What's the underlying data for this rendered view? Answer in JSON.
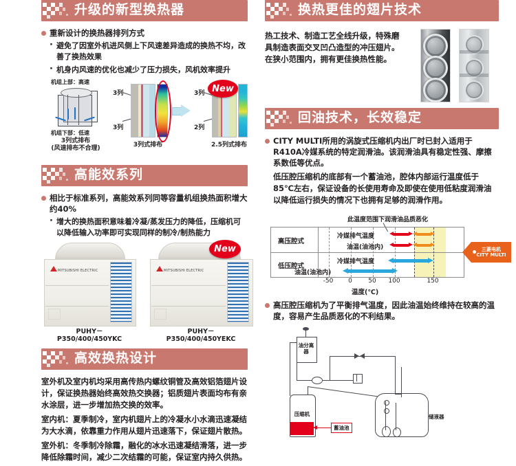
{
  "sections": {
    "heat_exchanger": {
      "title": "升级的新型换热器",
      "bullet1": "重新设计的换热器排列方式",
      "sub1": "避免了因室外机进风侧上下风速差异造成的换热不均，改善了换热效果",
      "sub2": "机身内风速的优化也减少了压力损失，风机效率提升",
      "diagram": {
        "top_label": "机组上部：高速",
        "bottom_label": "机组下部：低速",
        "caption1_line1": "3列式排布",
        "caption1_line2": "(风速排布不合理)",
        "caption2": "3列式排布",
        "caption3": "2.5列式排布",
        "row_label_a": "3列",
        "row_label_b": "3列",
        "row_label_c": "3列",
        "row_label_d": "2列",
        "new_badge": "New"
      }
    },
    "high_efficiency": {
      "title": "高能效系列",
      "bullet1": "相比于标准系列，高能效系列同等容量机组换热面积增大约40%",
      "sub1": "增大的换热面积意味着冷凝/蒸发压力的降低，压缩机可以降低输入功率即可实现同样的制冷/制热能力",
      "unit1_label_line1": "PUHY－",
      "unit1_label_line2": "P350/400/450YKC",
      "unit2_label_line1": "PUHY－",
      "unit2_label_line2": "P350/400/450YEKC",
      "new_badge": "New"
    },
    "efficient_design": {
      "title": "高效换热设计",
      "para1": "室外机及室内机均采用高传热内螺纹铜管及高效铝箔翅片设计，保证换热器始终高效热交换器；铝质翅片表面均布有亲水涂层，进一步增加热交换的效率。",
      "para2": "室内机：夏季制冷，室内机翅片上的冷凝水小水滴迅速凝结为大水滴，依靠重力作用从翅片迅速落下，保证翅片散热。",
      "para3": "室外机：冬季制冷除霜，融化的冰水迅速凝结滑落，进一步降低除霜时间，减少二次结霜的可能，保证室内持久供热。"
    },
    "fin_tech": {
      "title": "换热更佳的翅片技术",
      "para1": "热工技术、制造工艺全线升级，特殊磨具制造表面交叉凹凸造型的冲压翅片。在狭小范围内，拥有更佳换热性能。"
    },
    "oil_return": {
      "title": "回油技术，长效稳定",
      "bullet1": "CITY MULTI所用的涡旋式压缩机内出厂时已封入适用于R410A冷媒系统的特定润滑油。该润滑油具有稳定性强、摩擦系数低等优点。",
      "para1": "低压腔压缩机的底部有一个蓄油池，腔体内部运行温度低于85℃左右，保证设备的长使用寿命及即使在使用低粘度润滑油以降低运行损失的情况下也拥有足够的润滑作用。",
      "bullet2": "高压腔压缩机为了平衡排气温度，因此油温始终维持在较高的温度，容易产生品质恶化的不利结果。",
      "circuit": {
        "oil_separator": "油分离器",
        "compressor": "压缩机",
        "oil_pool": "蓄油池",
        "accumulator": "储液器"
      }
    }
  },
  "chart_data": {
    "type": "bar",
    "title": "",
    "annotation": "此温度范围下润滑油品质恶化",
    "xlabel": "温度(℃)",
    "ylabel": "",
    "xlim": [
      -75,
      165
    ],
    "ticks": [
      "-50",
      "0",
      "50",
      "100",
      "150"
    ],
    "tick_values": [
      -50,
      0,
      50,
      100,
      150
    ],
    "grid": "dashed-vertical",
    "degradation_band": [
      100,
      125
    ],
    "rows": [
      {
        "row_label": "高压腔式",
        "series": [
          {
            "name": "冷媒排气温度",
            "range": [
              85,
              130
            ],
            "color_left": "#e2001a",
            "color_right": "#f08c1e"
          },
          {
            "name": "油温(油池内)",
            "range": [
              85,
              130
            ],
            "color_left": "#e2001a",
            "color_right": "#f08c1e"
          }
        ]
      },
      {
        "row_label": "低压腔式",
        "series": [
          {
            "name": "冷媒排气温度",
            "range": [
              85,
              125
            ],
            "color_left": "#2aa8dd",
            "color_right": "#2aa8dd"
          },
          {
            "name": "油温(油池内)",
            "range": [
              -22,
              78
            ],
            "color_left": "#2aa8dd",
            "color_right": "#2aa8dd"
          }
        ]
      }
    ],
    "banner": {
      "line1": "三菱电机",
      "line2": "CITY MULTI",
      "color": "#e8621c"
    }
  },
  "colors": {
    "header_bar": "#c8786e",
    "bullet": "#c8786e",
    "accent_red": "#e2001a",
    "accent_orange": "#e8621c",
    "accent_blue": "#2aa8dd",
    "band_yellow": "#f7f3b8"
  }
}
